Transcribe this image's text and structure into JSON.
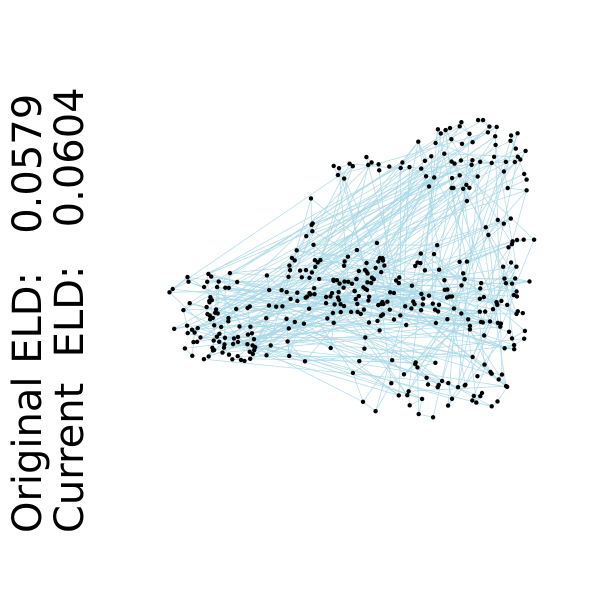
{
  "metrics": {
    "original_label": "Original ELD:",
    "original_value": "0.0579",
    "current_label": "Current  ELD:",
    "current_value": "0.0604"
  },
  "colors": {
    "edge": "#a8d8e6",
    "node": "#000000",
    "background": "#ffffff"
  },
  "graph": {
    "node_count": 420,
    "edge_count": 760
  }
}
